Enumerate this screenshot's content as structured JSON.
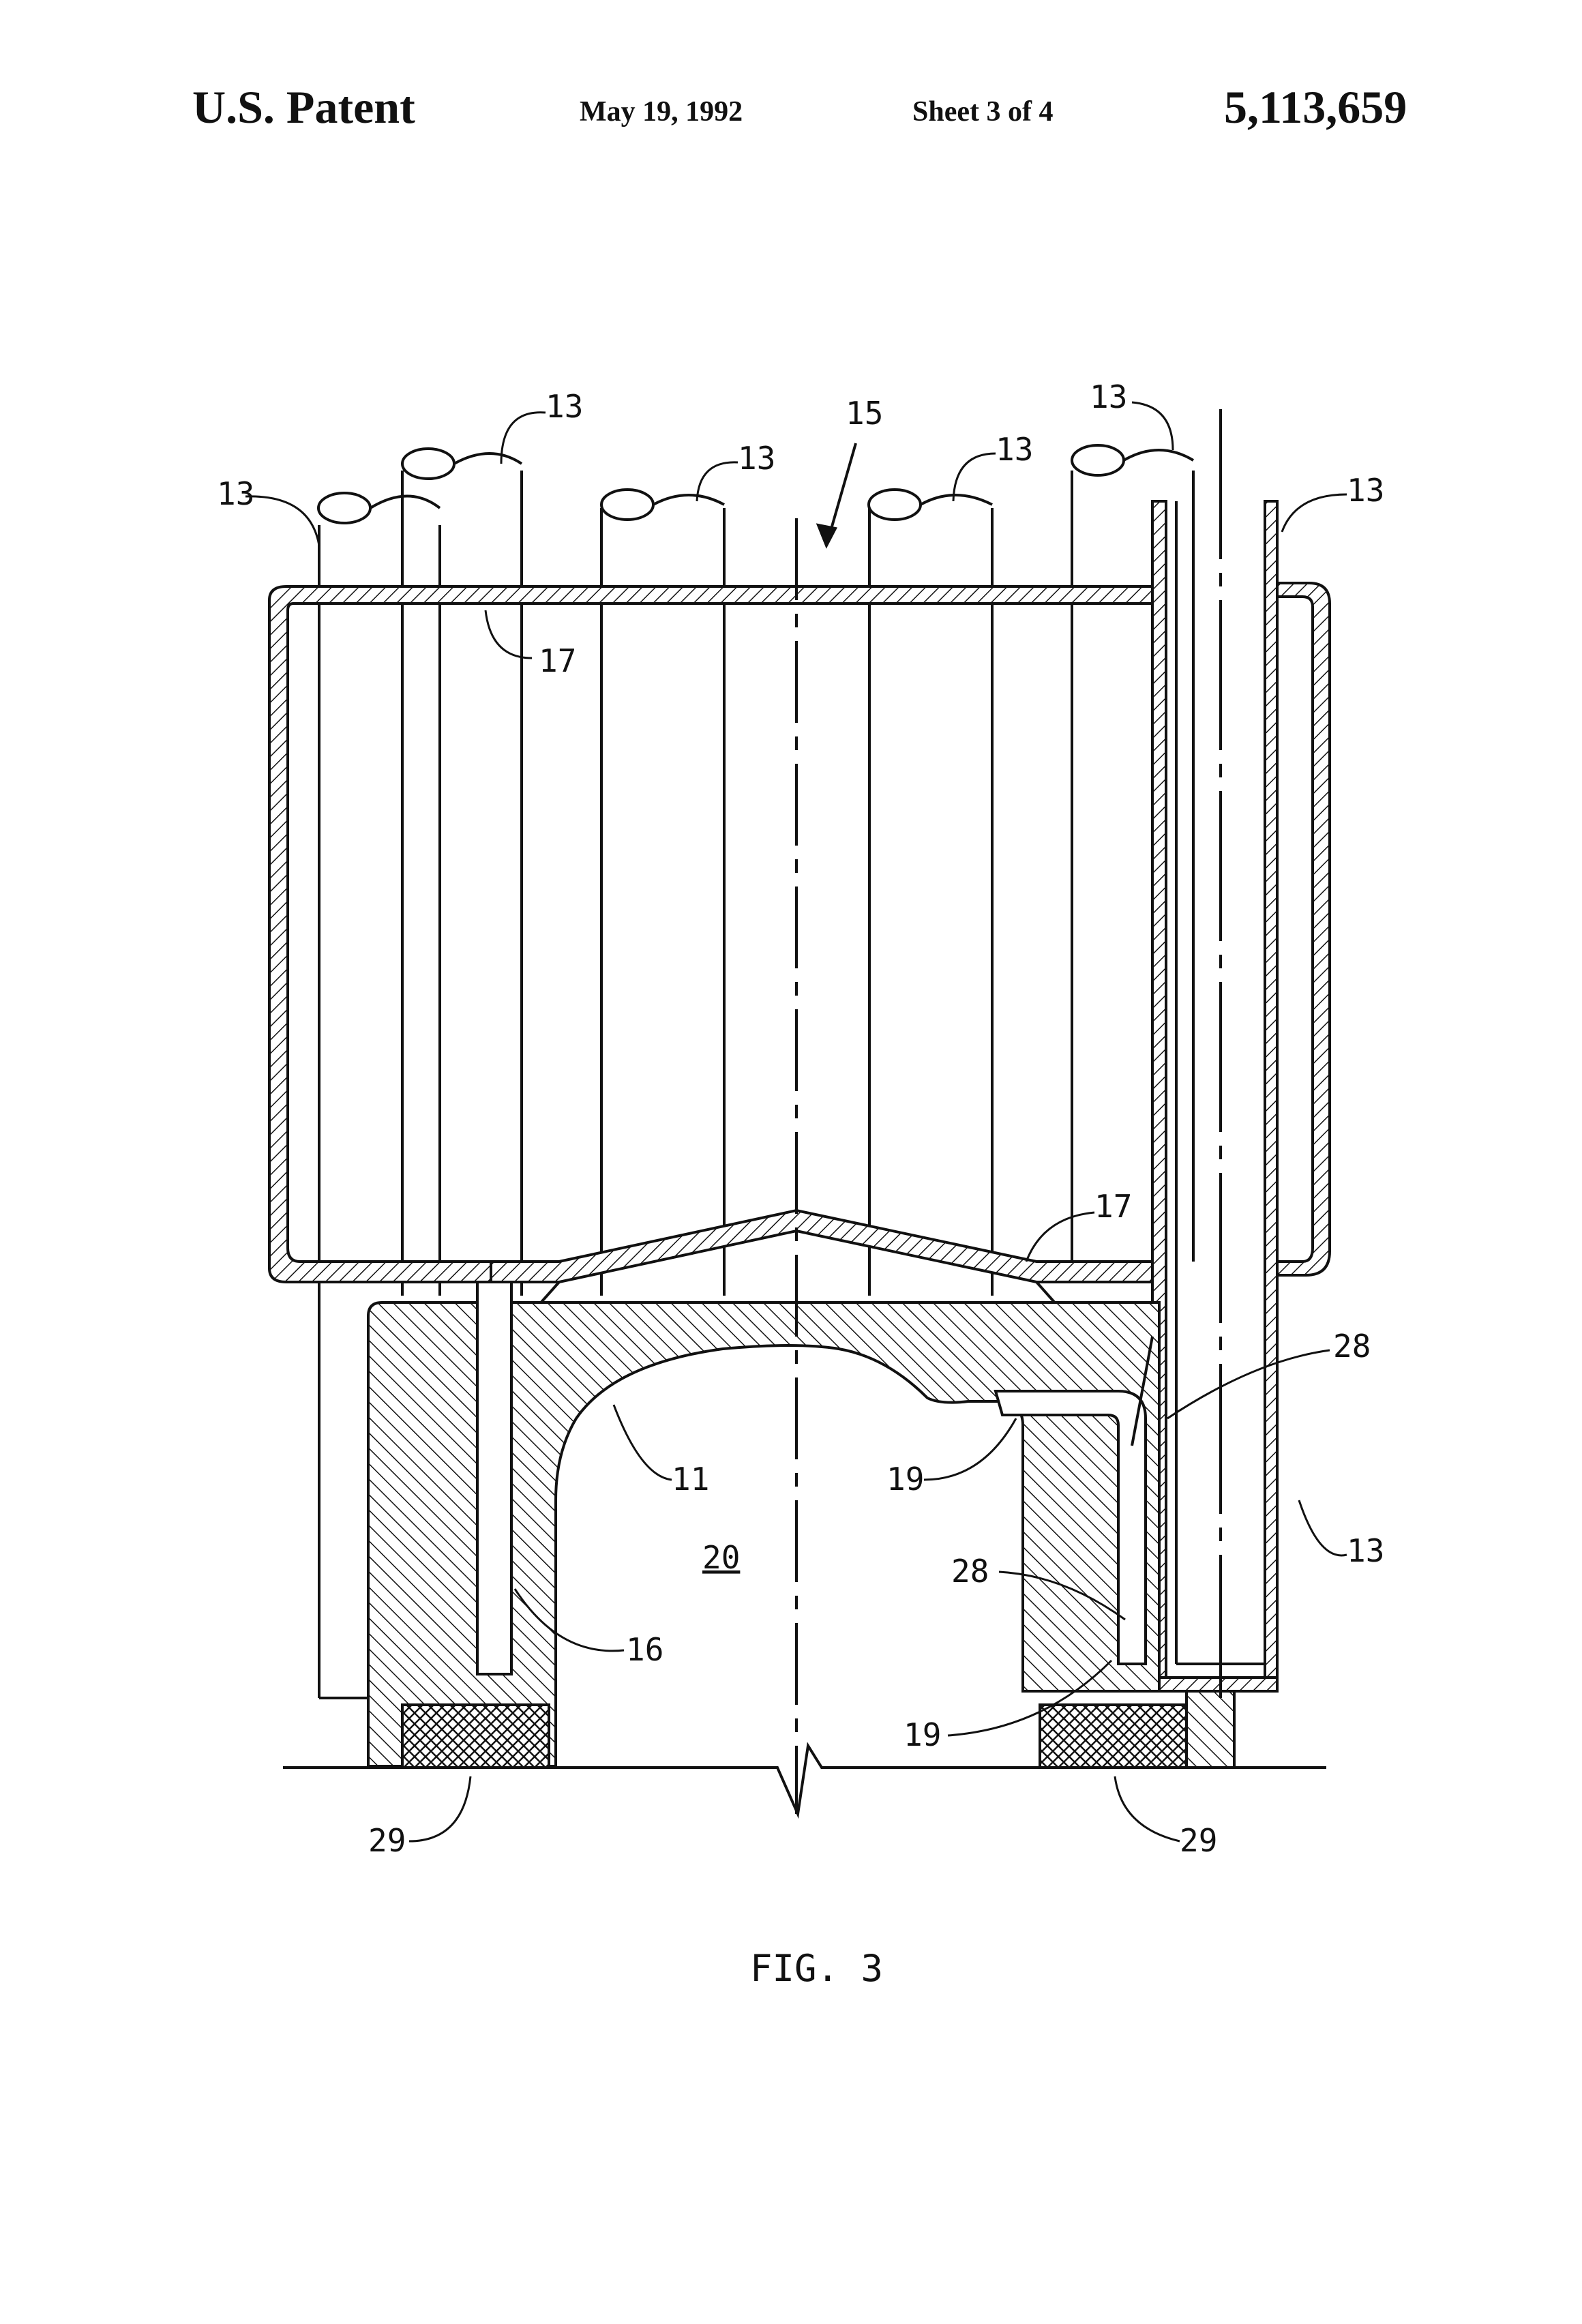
{
  "header": {
    "title": "U.S. Patent",
    "date": "May 19, 1992",
    "sheet": "Sheet 3 of 4",
    "patent_number": "5,113,659"
  },
  "figure": {
    "caption": "FIG. 3",
    "reference_numerals": {
      "tube_top_left": "13",
      "tube_2": "13",
      "tube_3": "13",
      "tube_4": "13",
      "tube_top_right": "13",
      "tube_outer_right": "13",
      "tube_lower_right": "13",
      "assembly": "15",
      "sheet_upper": "17",
      "sheet_lower": "17",
      "gap_upper": "28",
      "gap_lower": "28",
      "dome": "11",
      "channel_upper": "19",
      "channel_lower": "19",
      "chamber": "20",
      "bore": "16",
      "seal_left": "29",
      "seal_right": "29"
    }
  },
  "colors": {
    "ink": "#111111",
    "paper": "#ffffff"
  }
}
